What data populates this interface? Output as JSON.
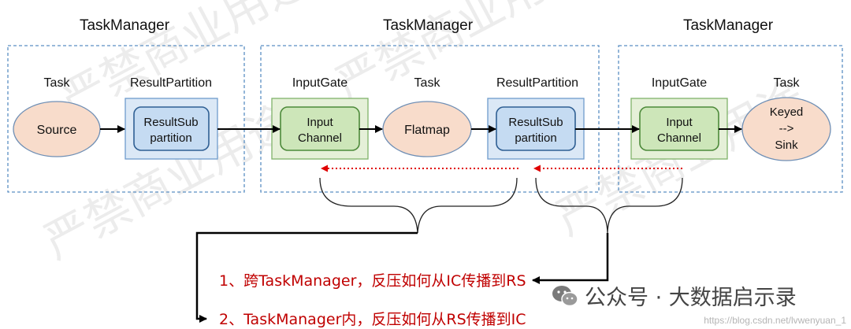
{
  "taskmanagers": [
    {
      "title": "TaskManager"
    },
    {
      "title": "TaskManager"
    },
    {
      "title": "TaskManager"
    }
  ],
  "components": {
    "tm1_task_label": "Task",
    "tm1_rp_label": "ResultPartition",
    "tm2_ig_label": "InputGate",
    "tm2_task_label": "Task",
    "tm2_rp_label": "ResultPartition",
    "tm3_ig_label": "InputGate",
    "tm3_task_label": "Task"
  },
  "nodes": {
    "source": [
      "Source"
    ],
    "rs1": [
      "ResultSub",
      "partition"
    ],
    "ic1": [
      "Input",
      "Channel"
    ],
    "flatmap": [
      "Flatmap"
    ],
    "rs2": [
      "ResultSub",
      "partition"
    ],
    "ic2": [
      "Input",
      "Channel"
    ],
    "sink": [
      "Keyed",
      "-->",
      "Sink"
    ]
  },
  "notes": {
    "cross_tm": "1、跨TaskManager，反压如何从IC传播到RS",
    "within_tm": "2、TaskManager内，反压如何从RS传播到IC"
  },
  "watermark": "严禁商业用途",
  "footer": {
    "brand": "公众号 · 大数据启示录",
    "url": "https://blog.csdn.net/lvwenyuan_1"
  },
  "colors": {
    "oval_fill": "#f8dccb",
    "blue_outer": "#dbe8f6",
    "blue_inner": "#c5dbf2",
    "blue_border": "#6f9ccd",
    "green_outer": "#e5f0d8",
    "green_inner": "#cde6b9",
    "green_border": "#7fb26a",
    "dashed_border": "#5b8fc3",
    "note_red": "#c00000",
    "dotted_red": "#e00000"
  }
}
